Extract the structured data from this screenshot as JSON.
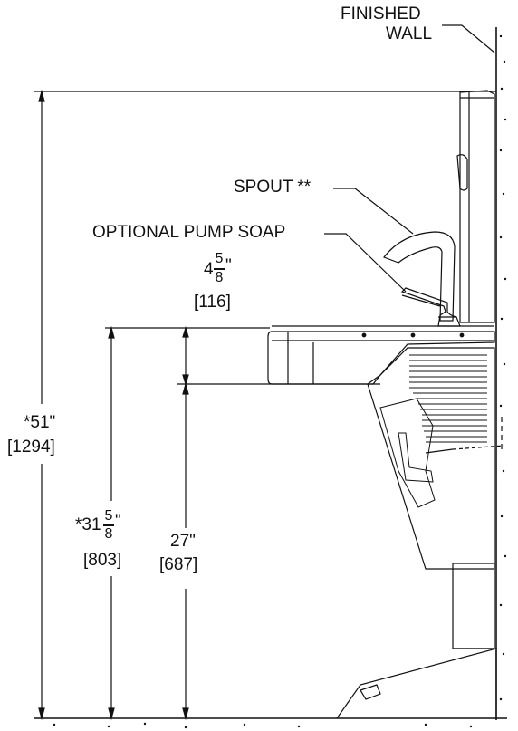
{
  "callouts": {
    "finished_wall_line1": "FINISHED",
    "finished_wall_line2": "WALL",
    "spout": "SPOUT **",
    "pump_soap": "OPTIONAL PUMP SOAP"
  },
  "dimensions": {
    "overall_height": {
      "imperial": "*51\"",
      "metric": "[1294]"
    },
    "rim_height": {
      "imperial_whole": "*31",
      "numerator": "5",
      "denominator": "8",
      "inch_mark": "\"",
      "metric": "[803]"
    },
    "knee_clearance": {
      "imperial": "27\"",
      "metric": "[687]"
    },
    "apron_depth": {
      "imperial_whole": "4",
      "numerator": "5",
      "denominator": "8",
      "inch_mark": "\"",
      "metric": "[116]"
    }
  }
}
